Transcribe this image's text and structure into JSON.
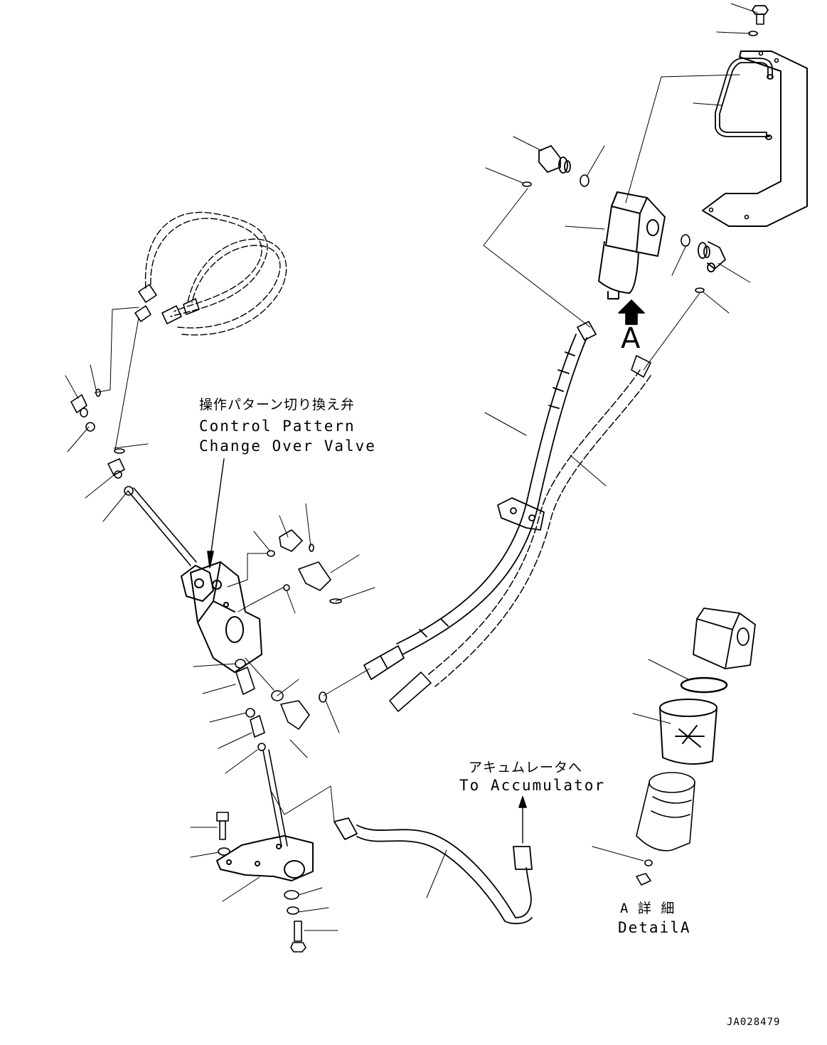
{
  "labels": {
    "valve_jp": "操作パターン切り換え弁",
    "valve_en_1": "Control Pattern",
    "valve_en_2": "Change Over Valve",
    "accumulator_jp": "アキュムレータへ",
    "accumulator_en": "To Accumulator",
    "detail_marker": "A",
    "detail_jp": "A 詳 細",
    "detail_en": "DetailA",
    "drawing_code": "JA028479"
  },
  "colors": {
    "line": "#000000",
    "background": "#ffffff"
  }
}
